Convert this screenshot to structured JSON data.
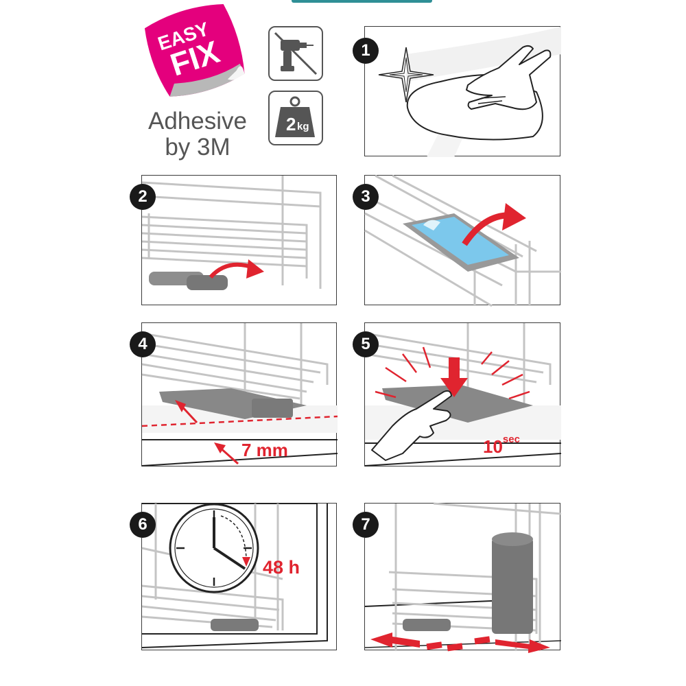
{
  "badge": {
    "line1": "EASY",
    "line2": "FIX",
    "color": "#e4007d"
  },
  "adhesive": {
    "line1": "Adhesive",
    "line2": "by 3M"
  },
  "weight_icon": {
    "text_big": "2",
    "text_small": "kg"
  },
  "icons": {
    "no_drill": "no-drill-icon",
    "weight": "weight-icon",
    "clock": "clock-icon",
    "hand": "hand-icon",
    "sparkle": "sparkle-icon"
  },
  "steps": [
    {
      "number": "1"
    },
    {
      "number": "2"
    },
    {
      "number": "3"
    },
    {
      "number": "4",
      "label": "7 mm"
    },
    {
      "number": "5",
      "label_main": "10",
      "label_sup": "sec"
    },
    {
      "number": "6",
      "label": "48 h"
    },
    {
      "number": "7"
    }
  ],
  "colors": {
    "accent_red": "#e0242f",
    "frame": "#3a3a3a",
    "wire": "#c9c9c9",
    "adhesive_blue": "#7cc8ec",
    "part_gray": "#777777"
  }
}
